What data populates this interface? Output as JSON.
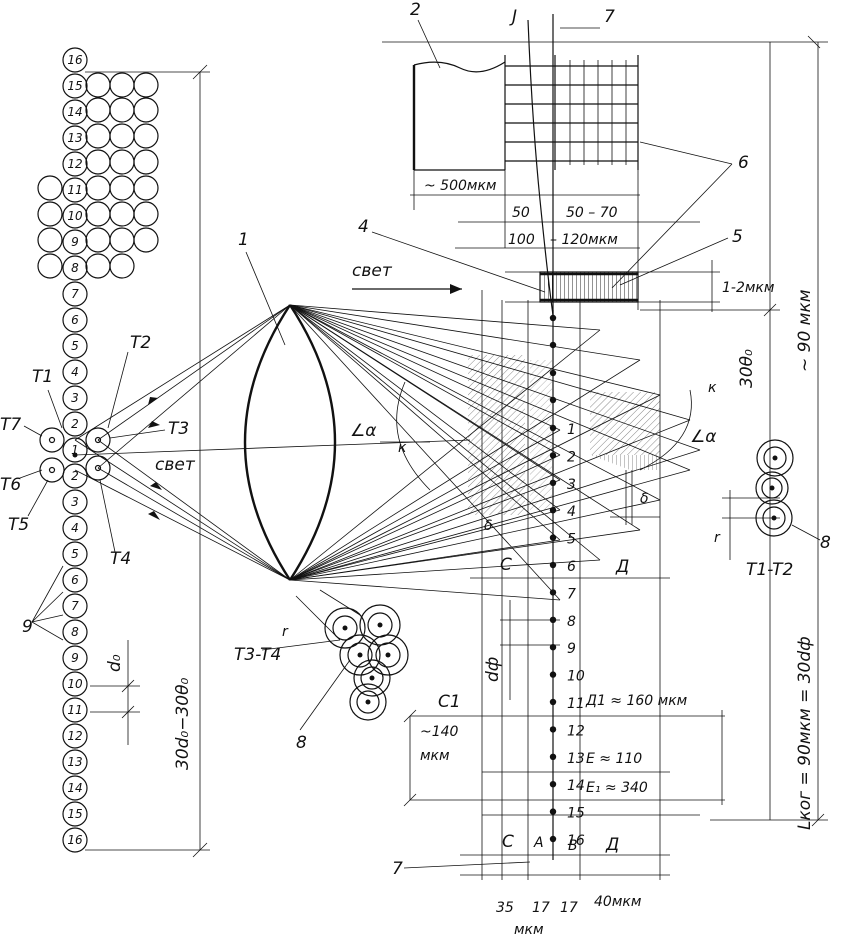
{
  "left_stack": {
    "numbers_top": [
      "16",
      "15",
      "14",
      "13",
      "12",
      "11",
      "10",
      "9",
      "8",
      "7",
      "6",
      "5",
      "4",
      "3",
      "2",
      "1",
      "2",
      "3",
      "4",
      "5",
      "6",
      "7",
      "8",
      "9",
      "10",
      "11",
      "12",
      "13",
      "14",
      "15",
      "16"
    ],
    "height_label": "30d₀−30θ₀",
    "diameter_label": "d₀",
    "ref_9": "9"
  },
  "terminals": {
    "t1": "T1",
    "t2": "T2",
    "t3": "T3",
    "t4": "T4",
    "t5": "T5",
    "t6": "T6",
    "t7": "T7",
    "t34": "T3-T4",
    "t12": "T1-T2",
    "r_left": "r",
    "r_right": "r",
    "ref8_left": "8",
    "ref8_right": "8"
  },
  "lens": {
    "ref": "1",
    "angle": "∠α",
    "k": "к",
    "light_lower": "свет"
  },
  "top_detail": {
    "ref2": "2",
    "ref3": "J",
    "ref7": "7",
    "ref4": "4",
    "ref5": "5",
    "ref6": "6",
    "w500": "~ 500мкм",
    "w50": "50",
    "w50_70": "50 – 70",
    "w100": "100",
    "w120": "– 120мкм",
    "light": "свет",
    "thickness": "1-2мкм"
  },
  "right": {
    "height": "30θ₀",
    "approx90": "~ 90 мкм",
    "lkog": "Lког = 90мкм = 30dф",
    "angle": "∠α",
    "k": "к",
    "delta": "δ"
  },
  "column": {
    "numbers": [
      "1",
      "2",
      "3",
      "4",
      "5",
      "6",
      "7",
      "8",
      "9",
      "10",
      "11",
      "12",
      "13",
      "14",
      "15",
      "16"
    ],
    "d_phi": "dф",
    "delta": "δ",
    "C": "C",
    "D": "Д",
    "C1": "C1",
    "D1": "Д1 ≈ 160  мкм",
    "c1_val1": "~140",
    "c1_val2": "мкм",
    "E": "E ≈ 110",
    "E1": "E₁ ≈ 340",
    "C_bot": "C",
    "A": "A",
    "B": "B",
    "D_bot": "Д",
    "ref7_bot": "7",
    "v35": "35",
    "v17a": "17",
    "v17b": "17",
    "v40": "40мкм",
    "unit_mkm": "мкм"
  }
}
